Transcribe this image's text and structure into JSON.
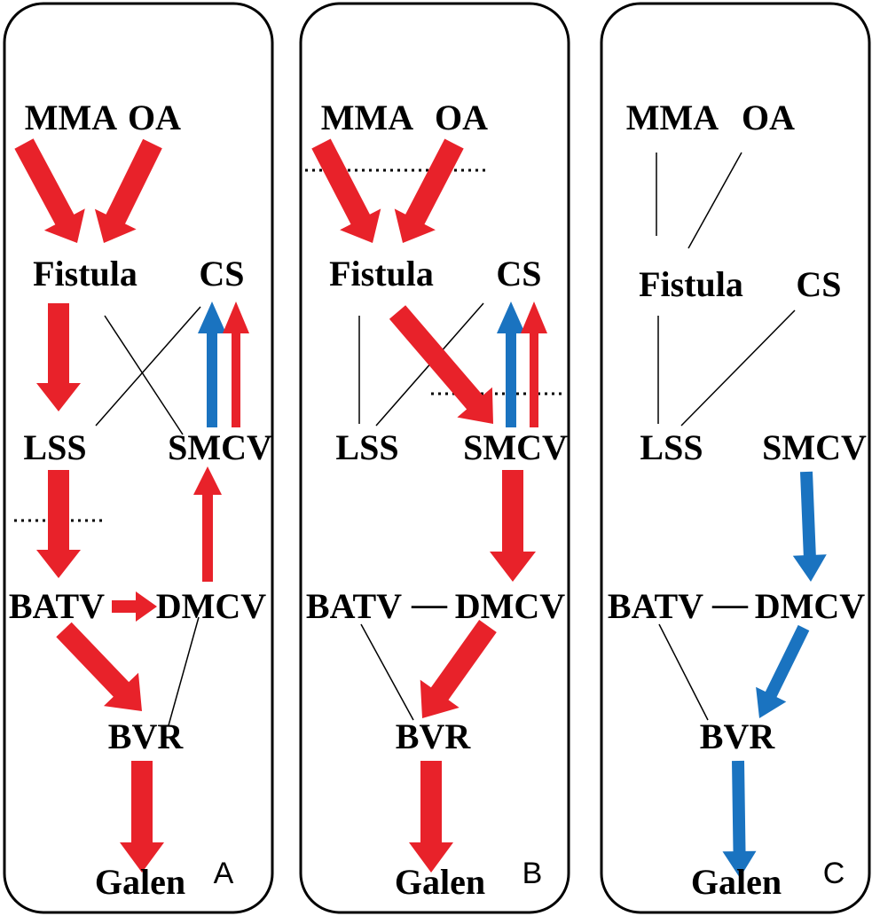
{
  "colors": {
    "red": "#e8222a",
    "blue": "#1a73c0",
    "line": "#000000"
  },
  "panels": [
    {
      "label": "A",
      "nodes": {
        "mma": "MMA",
        "oa": "OA",
        "fistula": "Fistula",
        "cs": "CS",
        "lss": "LSS",
        "smcv": "SMCV",
        "batv": "BATV",
        "dmcv": "DMCV",
        "bvr": "BVR",
        "galen": "Galen"
      }
    },
    {
      "label": "B",
      "nodes": {
        "mma": "MMA",
        "oa": "OA",
        "fistula": "Fistula",
        "cs": "CS",
        "lss": "LSS",
        "smcv": "SMCV",
        "batv": "BATV",
        "sep": "—",
        "dmcv": "DMCV",
        "bvr": "BVR",
        "galen": "Galen"
      }
    },
    {
      "label": "C",
      "nodes": {
        "mma": "MMA",
        "oa": "OA",
        "fistula": "Fistula",
        "cs": "CS",
        "lss": "LSS",
        "smcv": "SMCV",
        "batv": "BATV",
        "sep": "—",
        "dmcv": "DMCV",
        "bvr": "BVR",
        "galen": "Galen"
      }
    }
  ]
}
